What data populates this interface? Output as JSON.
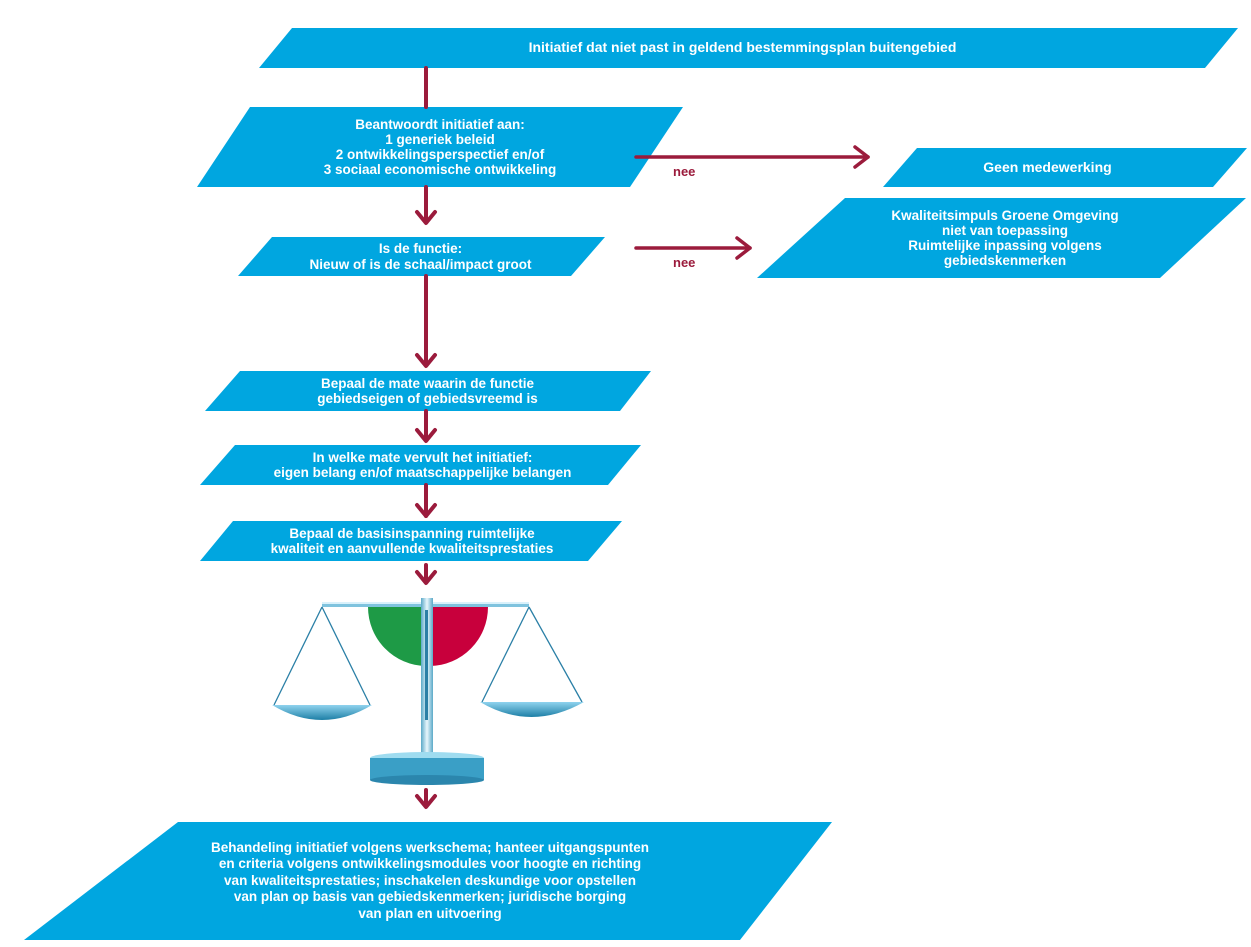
{
  "colors": {
    "box": "#00a6e0",
    "arrow": "#9b1b3c",
    "green": "#1e9a46",
    "red": "#c8003c",
    "text": "#ffffff"
  },
  "nodes": {
    "top": {
      "lines": [
        "Initiatief dat niet past in geldend bestemmingsplan buitengebied"
      ]
    },
    "q1": {
      "lines": [
        "Beantwoordt initiatief aan:",
        "1 generiek beleid",
        "2 ontwikkelingsperspectief en/of",
        "3 sociaal economische ontwikkeling"
      ]
    },
    "q2": {
      "lines": [
        "Is de functie:",
        "Nieuw of is de schaal/impact groot"
      ]
    },
    "geen": {
      "lines": [
        "Geen medewerking"
      ]
    },
    "kwaliteit": {
      "lines": [
        "Kwaliteitsimpuls Groene Omgeving",
        "niet van toepassing",
        "Ruimtelijke inpassing volgens",
        "gebiedskenmerken"
      ]
    },
    "step1": {
      "lines": [
        "Bepaal de mate waarin de functie",
        "gebiedseigen of gebiedsvreemd is"
      ]
    },
    "step2": {
      "lines": [
        "In welke mate vervult het initiatief:",
        "eigen belang en/of maatschappelijke belangen"
      ]
    },
    "step3": {
      "lines": [
        "Bepaal de basisinspanning ruimtelijke",
        "kwaliteit en aanvullende kwaliteitsprestaties"
      ]
    },
    "final": {
      "lines": [
        "Behandeling initiatief volgens werkschema; hanteer uitgangspunten",
        "en criteria volgens ontwikkelingsmodules voor hoogte en richting",
        "van kwaliteitsprestaties; inschakelen deskundige voor opstellen",
        "van plan op basis van gebiedskenmerken; juridische borging",
        "van plan en uitvoering"
      ]
    }
  },
  "edges": {
    "nee_1": "nee",
    "nee_2": "nee"
  },
  "icons": {
    "scale": "balance-scale-icon"
  }
}
